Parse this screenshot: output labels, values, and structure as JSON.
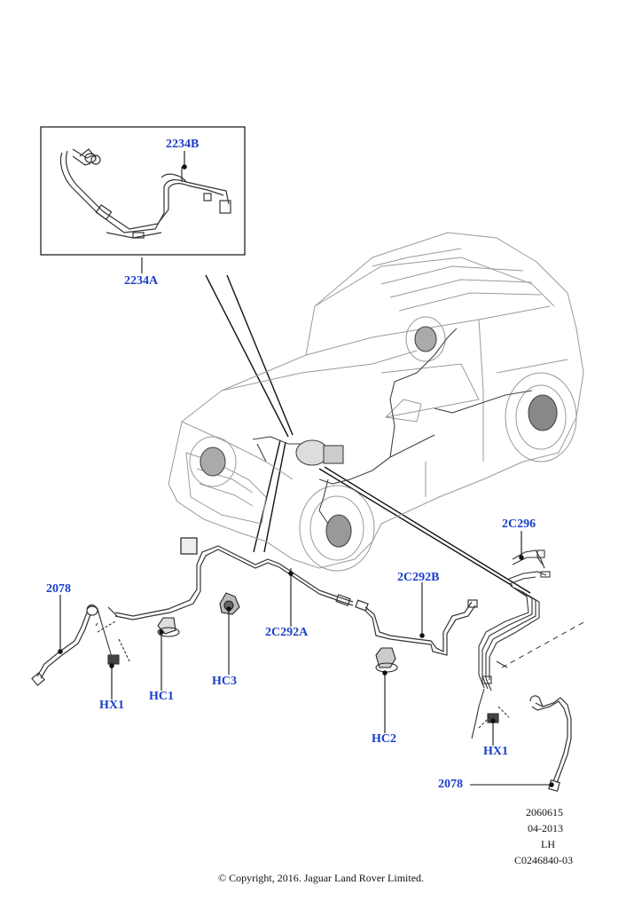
{
  "labels": {
    "l2234B": "2234B",
    "l2234A": "2234A",
    "l2C296": "2C296",
    "l2C292B": "2C292B",
    "l2078_left": "2078",
    "l2078_right": "2078",
    "lHC1": "HC1",
    "lHC2": "HC2",
    "lHC3": "HC3",
    "lHX1_left": "HX1",
    "lHX1_right": "HX1",
    "l2C292A": "2C292A"
  },
  "reference": {
    "line1": "2060615",
    "line2": "04-2013",
    "line3": "LH",
    "line4": "C0246840-03"
  },
  "copyright": "© Copyright, 2016. Jaguar Land Rover Limited.",
  "colors": {
    "label_blue": "#1a3ec8",
    "line_dark": "#111111",
    "car_outline": "#9a9a9a"
  }
}
